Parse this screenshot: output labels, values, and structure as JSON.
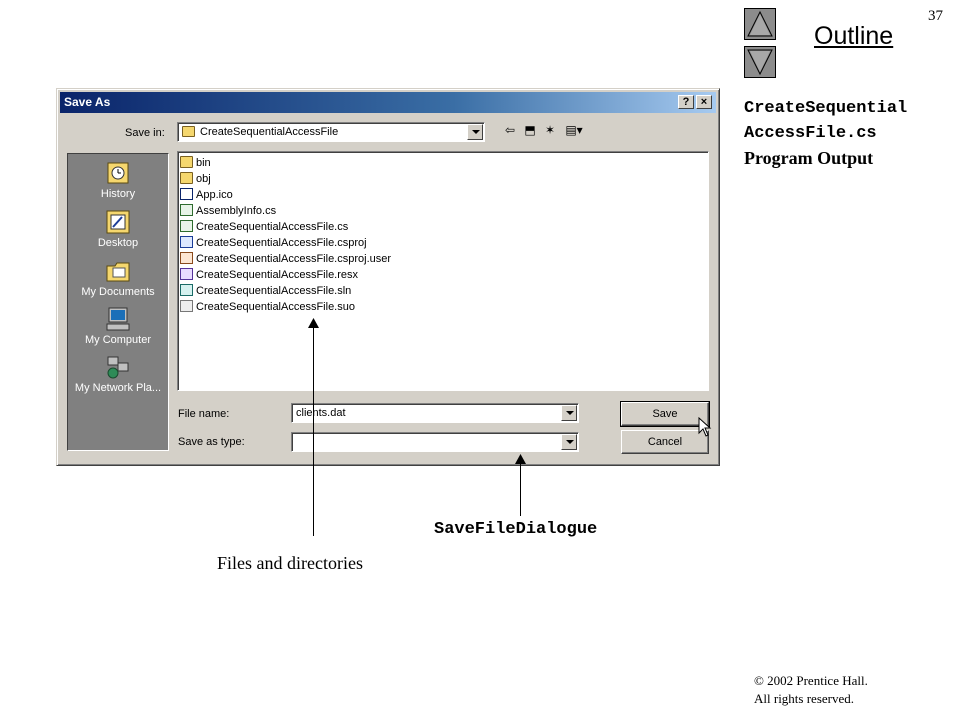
{
  "slide": {
    "page_number": "37",
    "outline_label": "Outline",
    "side_title_line1": "CreateSequential",
    "side_title_line2": "AccessFile.cs",
    "side_subtitle": "Program Output",
    "copyright_line1": "© 2002 Prentice Hall.",
    "copyright_line2": "All rights reserved."
  },
  "dialog": {
    "title": "Save As",
    "help_button": "?",
    "close_button": "×",
    "save_in_label": "Save in:",
    "save_in_value": "CreateSequentialAccessFile",
    "places": [
      {
        "label": "History",
        "icon": "history-icon"
      },
      {
        "label": "Desktop",
        "icon": "desktop-icon"
      },
      {
        "label": "My Documents",
        "icon": "my-documents-icon"
      },
      {
        "label": "My Computer",
        "icon": "my-computer-icon"
      },
      {
        "label": "My Network Pla...",
        "icon": "network-icon"
      }
    ],
    "files": [
      {
        "name": "bin",
        "icon": "folder-icon"
      },
      {
        "name": "obj",
        "icon": "folder-icon"
      },
      {
        "name": "App.ico",
        "icon": "ico-file-icon"
      },
      {
        "name": "AssemblyInfo.cs",
        "icon": "cs-file-icon"
      },
      {
        "name": "CreateSequentialAccessFile.cs",
        "icon": "cs-file-icon"
      },
      {
        "name": "CreateSequentialAccessFile.csproj",
        "icon": "csproj-file-icon"
      },
      {
        "name": "CreateSequentialAccessFile.csproj.user",
        "icon": "user-file-icon"
      },
      {
        "name": "CreateSequentialAccessFile.resx",
        "icon": "resx-file-icon"
      },
      {
        "name": "CreateSequentialAccessFile.sln",
        "icon": "sln-file-icon"
      },
      {
        "name": "CreateSequentialAccessFile.suo",
        "icon": "suo-file-icon"
      }
    ],
    "file_name_label": "File name:",
    "file_name_value": "clients.dat",
    "save_as_type_label": "Save as type:",
    "save_as_type_value": "",
    "save_button": "Save",
    "cancel_button": "Cancel"
  },
  "annotations": {
    "dialog_label": "SaveFileDialogue",
    "files_label": "Files and directories"
  }
}
